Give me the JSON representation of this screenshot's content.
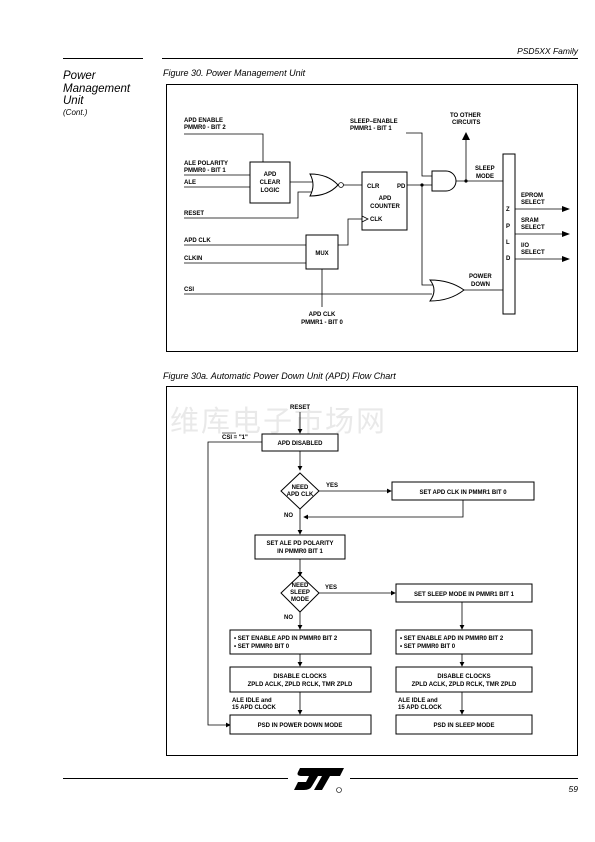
{
  "header": {
    "family": "PSD5XX Family"
  },
  "side": {
    "title_line1": "Power",
    "title_line2": "Management",
    "title_line3": "Unit",
    "cont": "(Cont.)"
  },
  "fig30": {
    "caption": "Figure 30.  Power Management Unit",
    "labels": {
      "apd_enable_1": "APD ENABLE",
      "apd_enable_2": "PMMR0 - BIT 2",
      "ale_pol_1": "ALE POLARITY",
      "ale_pol_2": "PMMR0 - BIT 1",
      "ale": "ALE",
      "reset": "RESET",
      "apd_clk": "APD CLK",
      "clkin": "CLKIN",
      "csi": "CSI",
      "apd_clear_1": "APD",
      "apd_clear_2": "CLEAR",
      "apd_clear_3": "LOGIC",
      "clr": "CLR",
      "pd": "PD",
      "counter_1": "APD",
      "counter_2": "COUNTER",
      "clk": "CLK",
      "mux": "MUX",
      "sleep_en_1": "SLEEP–ENABLE",
      "sleep_en_2": "PMMR1 - BIT 1",
      "to_other_1": "TO OTHER",
      "to_other_2": "CIRCUITS",
      "sleep_mode_1": "SLEEP",
      "sleep_mode_2": "MODE",
      "power_down_1": "POWER",
      "power_down_2": "DOWN",
      "apdclk_bot_1": "APD CLK",
      "apdclk_bot_2": "PMMR1 - BIT 0",
      "z": "Z",
      "p": "P",
      "l": "L",
      "d": "D",
      "eprom_1": "EPROM",
      "eprom_2": "SELECT",
      "sram_1": "SRAM",
      "sram_2": "SELECT",
      "io_1": "I/O",
      "io_2": "SELECT"
    }
  },
  "fig30a": {
    "caption": "Figure 30a.  Automatic Power Down Unit (APD) Flow Chart",
    "reset": "RESET",
    "csi": "CSI = \"1\"",
    "apd_disabled": "APD DISABLED",
    "need_apd_1": "NEED",
    "need_apd_2": "APD CLK",
    "yes1": "YES",
    "no1": "NO",
    "set_apd_clk": "SET APD CLK IN PMMR1 BIT 0",
    "set_ale_1": "SET ALE PD POLARITY",
    "set_ale_2": "IN PMMR0 BIT 1",
    "need_sleep_1": "NEED",
    "need_sleep_2": "SLEEP",
    "need_sleep_3": "MODE",
    "yes2": "YES",
    "no2": "NO",
    "set_sleep": "SET SLEEP MODE IN PMMR1 BIT 1",
    "set_en_l1": "• SET ENABLE APD IN PMMR0 BIT 2",
    "set_en_l2": "• SET PMMR0 BIT 0",
    "set_en_r1": "• SET ENABLE APD IN PMMR0 BIT 2",
    "set_en_r2": "• SET PMMR0 BIT 0",
    "dis_l1": "DISABLE CLOCKS",
    "dis_l2": "ZPLD ACLK, ZPLD RCLK, TMR ZPLD",
    "dis_r1": "DISABLE CLOCKS",
    "dis_r2": "ZPLD ACLK, ZPLD RCLK, TMR ZPLD",
    "ale_l1": "ALE IDLE and",
    "ale_l2": "15 APD CLOCK",
    "ale_r1": "ALE IDLE and",
    "ale_r2": "15 APD CLOCK",
    "psd_power_down": "PSD IN POWER DOWN MODE",
    "psd_sleep": "PSD IN SLEEP MODE"
  },
  "watermark": "维库电子市场网",
  "footer": {
    "page": "59",
    "logo_icon": "st-logo-icon"
  }
}
